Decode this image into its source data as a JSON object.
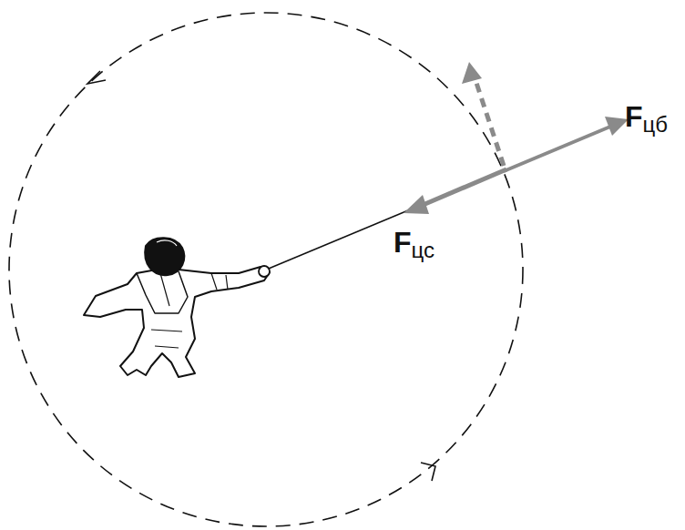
{
  "diagram": {
    "labels": [
      "F",
      "цб",
      "F",
      "цс"
    ]
  }
}
